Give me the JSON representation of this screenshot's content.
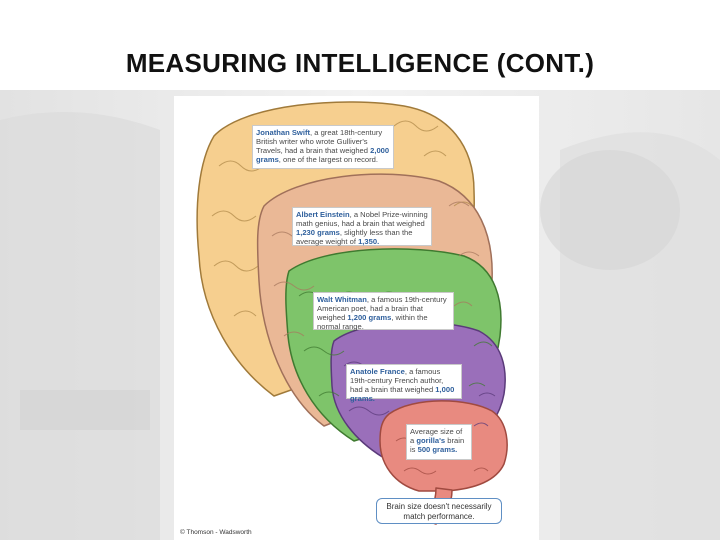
{
  "title": "MEASURING INTELLIGENCE (CONT.)",
  "brains": [
    {
      "name": "Jonathan Swift",
      "desc1": ", a great 18th-century British writer who wrote Gulliver's Travels, had a brain that weighed ",
      "weight": "2,000 grams",
      "desc2": ", one of the largest on record.",
      "color": "#f6cf8f"
    },
    {
      "name": "Albert Einstein",
      "desc1": ", a Nobel Prize-winning math genius, had a brain that weighed ",
      "weight": "1,230 grams",
      "desc2": ", slightly less than the average weight of ",
      "weight2": "1,350.",
      "color": "#eab896"
    },
    {
      "name": "Walt Whitman",
      "desc1": ", a famous 19th-century American poet, had a brain that weighed ",
      "weight": "1,200 grams",
      "desc2": ", within the normal range.",
      "color": "#7ec46a"
    },
    {
      "name": "Anatole France",
      "desc1": ", a famous 19th-century French author, had a brain that weighed ",
      "weight": "1,000 grams.",
      "desc2": "",
      "color": "#9a6fba"
    },
    {
      "desc1": "Average size of a ",
      "name": "gorilla's",
      "desc2": " brain is ",
      "weight": "500 grams.",
      "color": "#e88a80"
    }
  ],
  "note": "Brain size doesn't necessarily match performance.",
  "credit": "© Thomson - Wadsworth"
}
